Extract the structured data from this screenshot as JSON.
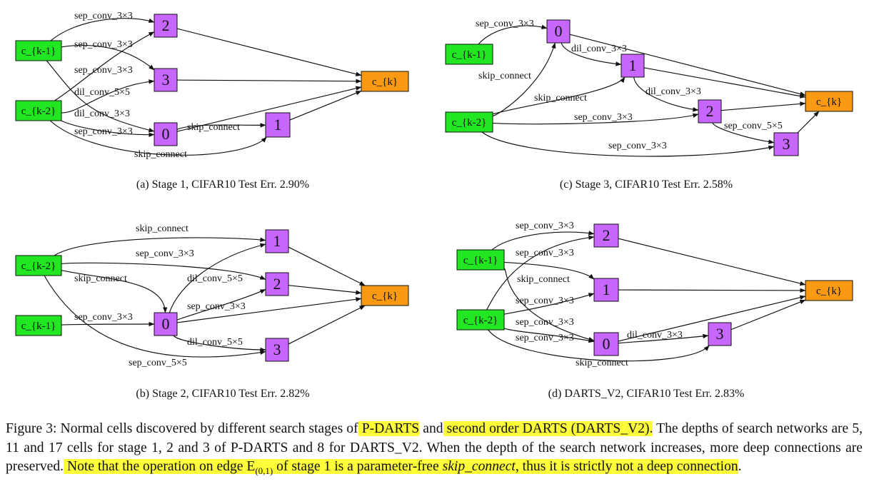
{
  "colors": {
    "input_node": "#22e622",
    "intermediate_node": "#c767ff",
    "output_node": "#f99a12",
    "highlight": "#fdfd3a"
  },
  "panels": [
    {
      "id": "a",
      "caption": "(a) Stage 1, CIFAR10 Test Err. 2.90%",
      "nodes": [
        "c_{k-1}",
        "c_{k-2}",
        "0",
        "1",
        "2",
        "3",
        "c_{k}"
      ],
      "edges": [
        {
          "from": "c_{k-1}",
          "to": "2",
          "op": "sep_conv_3×3"
        },
        {
          "from": "c_{k-1}",
          "to": "3",
          "op": "sep_conv_3×3"
        },
        {
          "from": "c_{k-2}",
          "to": "2",
          "op": "sep_conv_3×3"
        },
        {
          "from": "c_{k-1}",
          "to": "0",
          "op": "dil_conv_5×5"
        },
        {
          "from": "c_{k-2}",
          "to": "3",
          "op": "dil_conv_3×3"
        },
        {
          "from": "c_{k-2}",
          "to": "0",
          "op": "sep_conv_3×3"
        },
        {
          "from": "0",
          "to": "1",
          "op": "skip_connect"
        },
        {
          "from": "c_{k-2}",
          "to": "1",
          "op": "skip_connect"
        }
      ]
    },
    {
      "id": "b",
      "caption": "(b) Stage 2, CIFAR10 Test Err. 2.82%",
      "nodes": [
        "c_{k-2}",
        "c_{k-1}",
        "0",
        "1",
        "2",
        "3",
        "c_{k}"
      ],
      "edges": [
        {
          "from": "c_{k-2}",
          "to": "1",
          "op": "skip_connect"
        },
        {
          "from": "c_{k-2}",
          "to": "2",
          "op": "sep_conv_3×3"
        },
        {
          "from": "c_{k-2}",
          "to": "0",
          "op": "skip_connect"
        },
        {
          "from": "0",
          "to": "1",
          "op": "dil_conv_5×5"
        },
        {
          "from": "c_{k-1}",
          "to": "0",
          "op": "sep_conv_3×3"
        },
        {
          "from": "0",
          "to": "2",
          "op": "sep_conv_3×3"
        },
        {
          "from": "0",
          "to": "3",
          "op": "dil_conv_5×5"
        },
        {
          "from": "c_{k-2}",
          "to": "3",
          "op": "sep_conv_5×5"
        }
      ]
    },
    {
      "id": "c",
      "caption": "(c) Stage 3, CIFAR10 Test Err. 2.58%",
      "nodes": [
        "c_{k-1}",
        "c_{k-2}",
        "0",
        "1",
        "2",
        "3",
        "c_{k}"
      ],
      "edges": [
        {
          "from": "c_{k-1}",
          "to": "0",
          "op": "sep_conv_3×3"
        },
        {
          "from": "c_{k-2}",
          "to": "0",
          "op": "skip_connect"
        },
        {
          "from": "0",
          "to": "1",
          "op": "dil_conv_3×3"
        },
        {
          "from": "c_{k-2}",
          "to": "1",
          "op": "skip_connect"
        },
        {
          "from": "1",
          "to": "2",
          "op": "dil_conv_3×3"
        },
        {
          "from": "c_{k-2}",
          "to": "2",
          "op": "sep_conv_3×3"
        },
        {
          "from": "2",
          "to": "3",
          "op": "sep_conv_5×5"
        },
        {
          "from": "c_{k-2}",
          "to": "3",
          "op": "sep_conv_3×3"
        }
      ]
    },
    {
      "id": "d",
      "caption": "(d) DARTS_V2, CIFAR10 Test Err. 2.83%",
      "nodes": [
        "c_{k-1}",
        "c_{k-2}",
        "0",
        "1",
        "2",
        "3",
        "c_{k}"
      ],
      "edges": [
        {
          "from": "c_{k-1}",
          "to": "2",
          "op": "sep_conv_3×3"
        },
        {
          "from": "c_{k-1}",
          "to": "1",
          "op": "sep_conv_3×3"
        },
        {
          "from": "c_{k-2}",
          "to": "2",
          "op": "skip_connect"
        },
        {
          "from": "c_{k-1}",
          "to": "0",
          "op": "sep_conv_3×3"
        },
        {
          "from": "c_{k-2}",
          "to": "1",
          "op": "sep_conv_3×3"
        },
        {
          "from": "c_{k-2}",
          "to": "0",
          "op": "sep_conv_3×3"
        },
        {
          "from": "0",
          "to": "3",
          "op": "dil_conv_3×3"
        },
        {
          "from": "c_{k-2}",
          "to": "3",
          "op": "skip_connect"
        }
      ]
    }
  ],
  "caption": {
    "label": "Figure 3:",
    "seg1": " Normal cells discovered by different search stages of",
    "hl1": " P-DARTS",
    "seg2": " and",
    "hl2": " second order DARTS (DARTS_V2).",
    "seg3": " The depths of search networks are 5, 11 and 17 cells for stage 1, 2 and 3 of P-DARTS and 8 for DARTS_V2. When the depth of the search network increases, more deep connections are preserved.",
    "hl3_a": " Note that the operation on edge E",
    "hl3_sub": "(0,1)",
    "hl3_b": " of stage 1 is a parameter-free ",
    "hl3_em": "skip_connect",
    "hl3_c": ", thus it is strictly not a deep connection",
    "seg4": "."
  }
}
